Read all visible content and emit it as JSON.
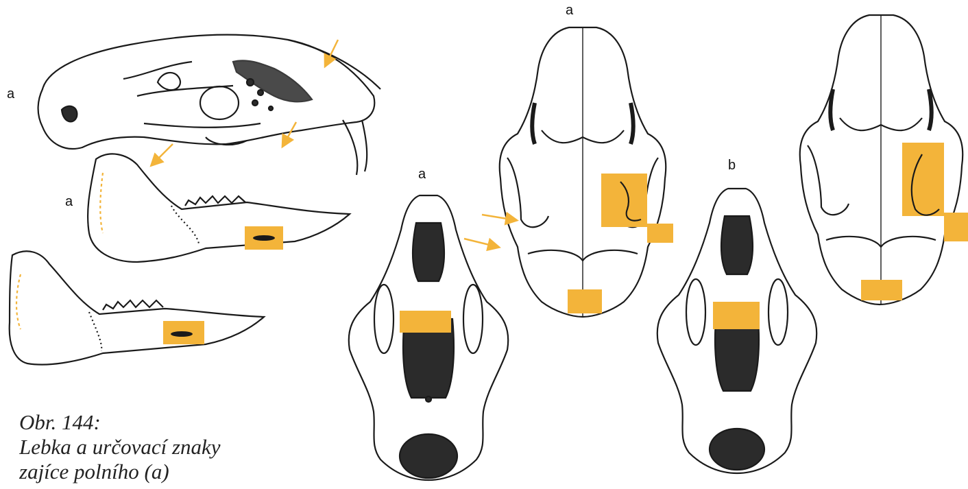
{
  "labels": {
    "lateral_skull": "a",
    "mandible_upper": "a",
    "ventral_a": "a",
    "dorsal_a": "a",
    "ventral_b": "b"
  },
  "caption": {
    "line1": "Obr. 144:",
    "line2": "Lebka a určovací znaky",
    "line3": "zajíce polního (a)"
  },
  "colors": {
    "highlight": "#f3b43a",
    "ink": "#1a1a1a",
    "fill": "#2b2b2b"
  }
}
